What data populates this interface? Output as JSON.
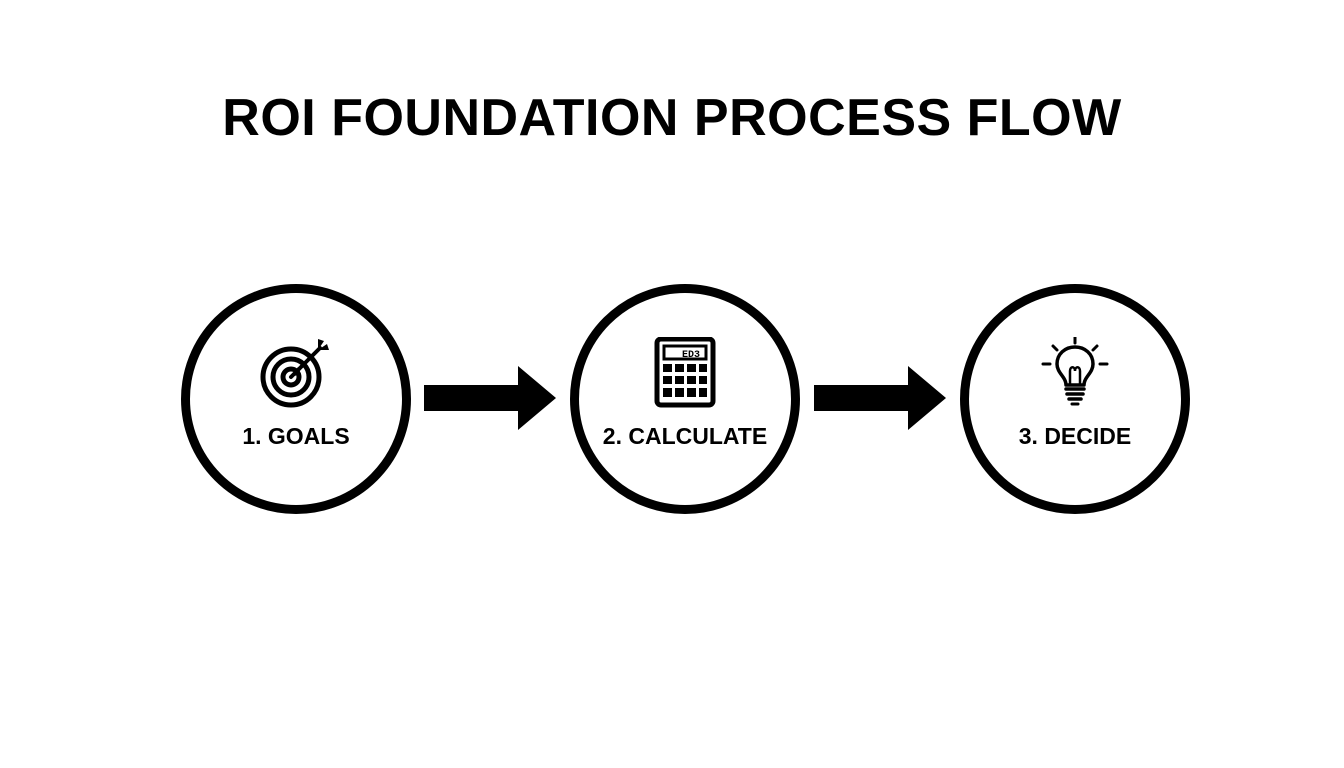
{
  "title": "ROI FOUNDATION PROCESS FLOW",
  "steps": [
    {
      "label": "1. GOALS",
      "icon": "target-icon"
    },
    {
      "label": "2. CALCULATE",
      "icon": "calculator-icon",
      "display_text": "ED3"
    },
    {
      "label": "3. DECIDE",
      "icon": "lightbulb-icon"
    }
  ],
  "colors": {
    "ink": "#000000",
    "background": "#ffffff"
  }
}
